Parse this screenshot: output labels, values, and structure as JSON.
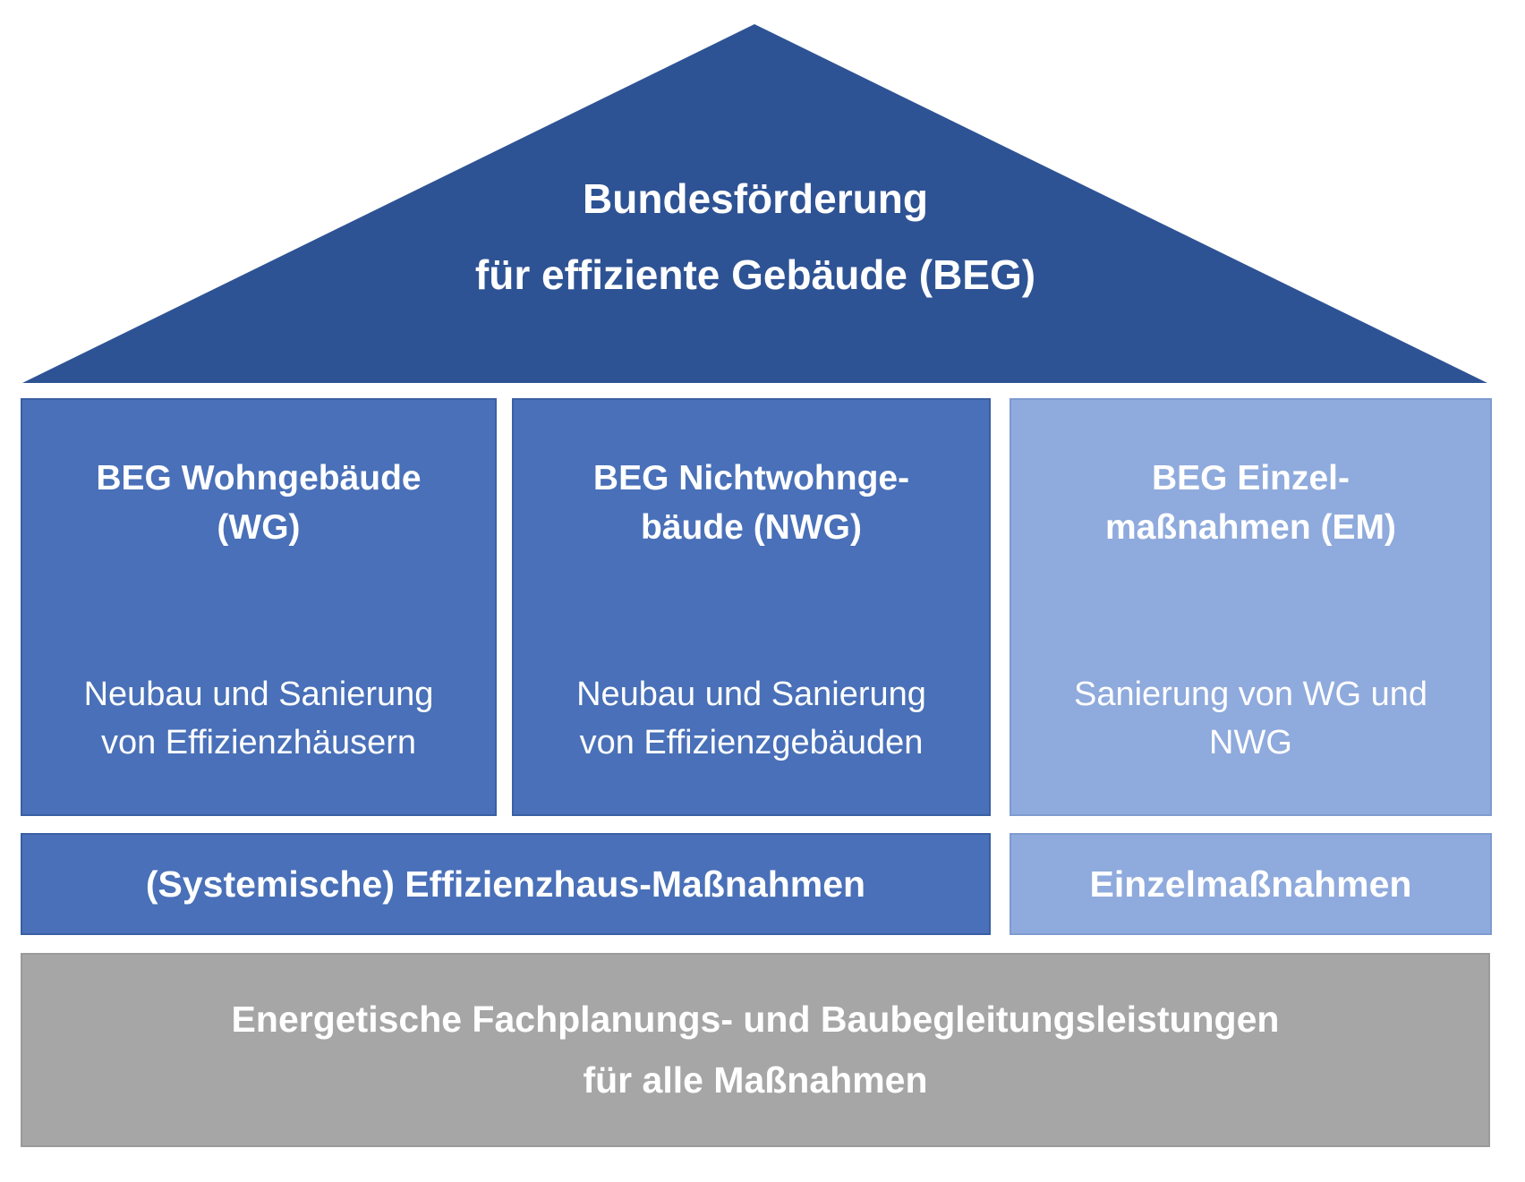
{
  "diagram": {
    "roof": {
      "title_line1": "Bundesförderung",
      "title_line2": "für effiziente Gebäude (BEG)"
    },
    "columns": [
      {
        "heading_line1": "BEG Wohngebäude",
        "heading_line2": "(WG)",
        "body_line1": "Neubau und Sanierung",
        "body_line2": "von Effizienzhäusern"
      },
      {
        "heading_line1": "BEG Nichtwohnge-",
        "heading_line2": "bäude (NWG)",
        "body_line1": "Neubau und Sanierung",
        "body_line2": "von Effizienzgebäuden"
      },
      {
        "heading_line1": "BEG Einzel-",
        "heading_line2": "maßnahmen (EM)",
        "body_line1": "Sanierung von WG und",
        "body_line2": "NWG"
      }
    ],
    "bands": {
      "systemic_label": "(Systemische) Effizienzhaus-Maßnahmen",
      "single_measures_label": "Einzelmaßnahmen"
    },
    "footer": {
      "line1": "Energetische Fachplanungs- und Baubegleitungsleistungen",
      "line2": "für alle Maßnahmen"
    }
  },
  "colors": {
    "roof_blue": "#2E5394",
    "box_blue": "#4970B8",
    "box_blue_border": "#3A5FA3",
    "box_light_blue": "#8FAADC",
    "box_light_blue_border": "#7E9BD0",
    "box_gray": "#A6A6A6",
    "box_gray_border": "#9A9A9A",
    "text_white": "#FFFFFF",
    "background": "#FFFFFF"
  }
}
